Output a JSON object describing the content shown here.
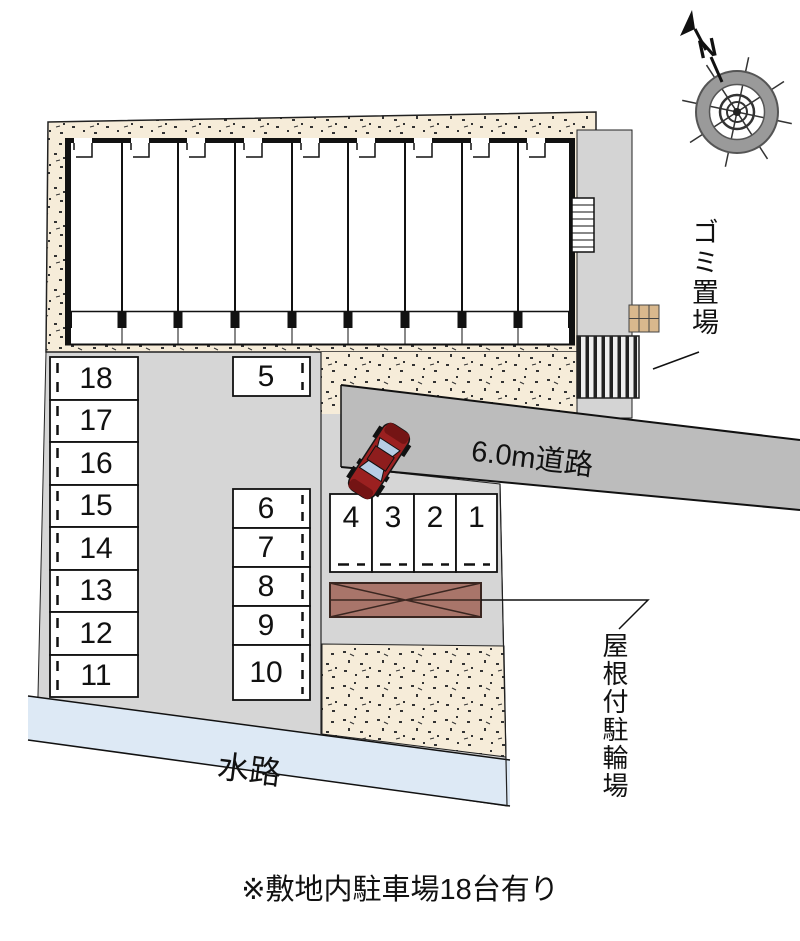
{
  "compass": {
    "north_label": "N"
  },
  "labels": {
    "garbage": "ゴミ置場",
    "road": "6.0m道路",
    "waterway": "水路",
    "covered_bicycle_parking": "屋根付駐輪場",
    "site_note": "※敷地内駐車場18台有り"
  },
  "parking": {
    "left_column": [
      "18",
      "17",
      "16",
      "15",
      "14",
      "13",
      "12",
      "11"
    ],
    "upper_middle": "5",
    "middle_column": [
      "6",
      "7",
      "8",
      "9",
      "10"
    ],
    "bottom_row": [
      "4",
      "3",
      "2",
      "1"
    ]
  },
  "colors": {
    "site_fill": "#d6d6d6",
    "landscape_fill": "#f6ecd9",
    "road_fill": "#bcbcbc",
    "water_fill": "#dde9f5",
    "shed_fill": "#a9756a",
    "car_body": "#9b2020"
  }
}
